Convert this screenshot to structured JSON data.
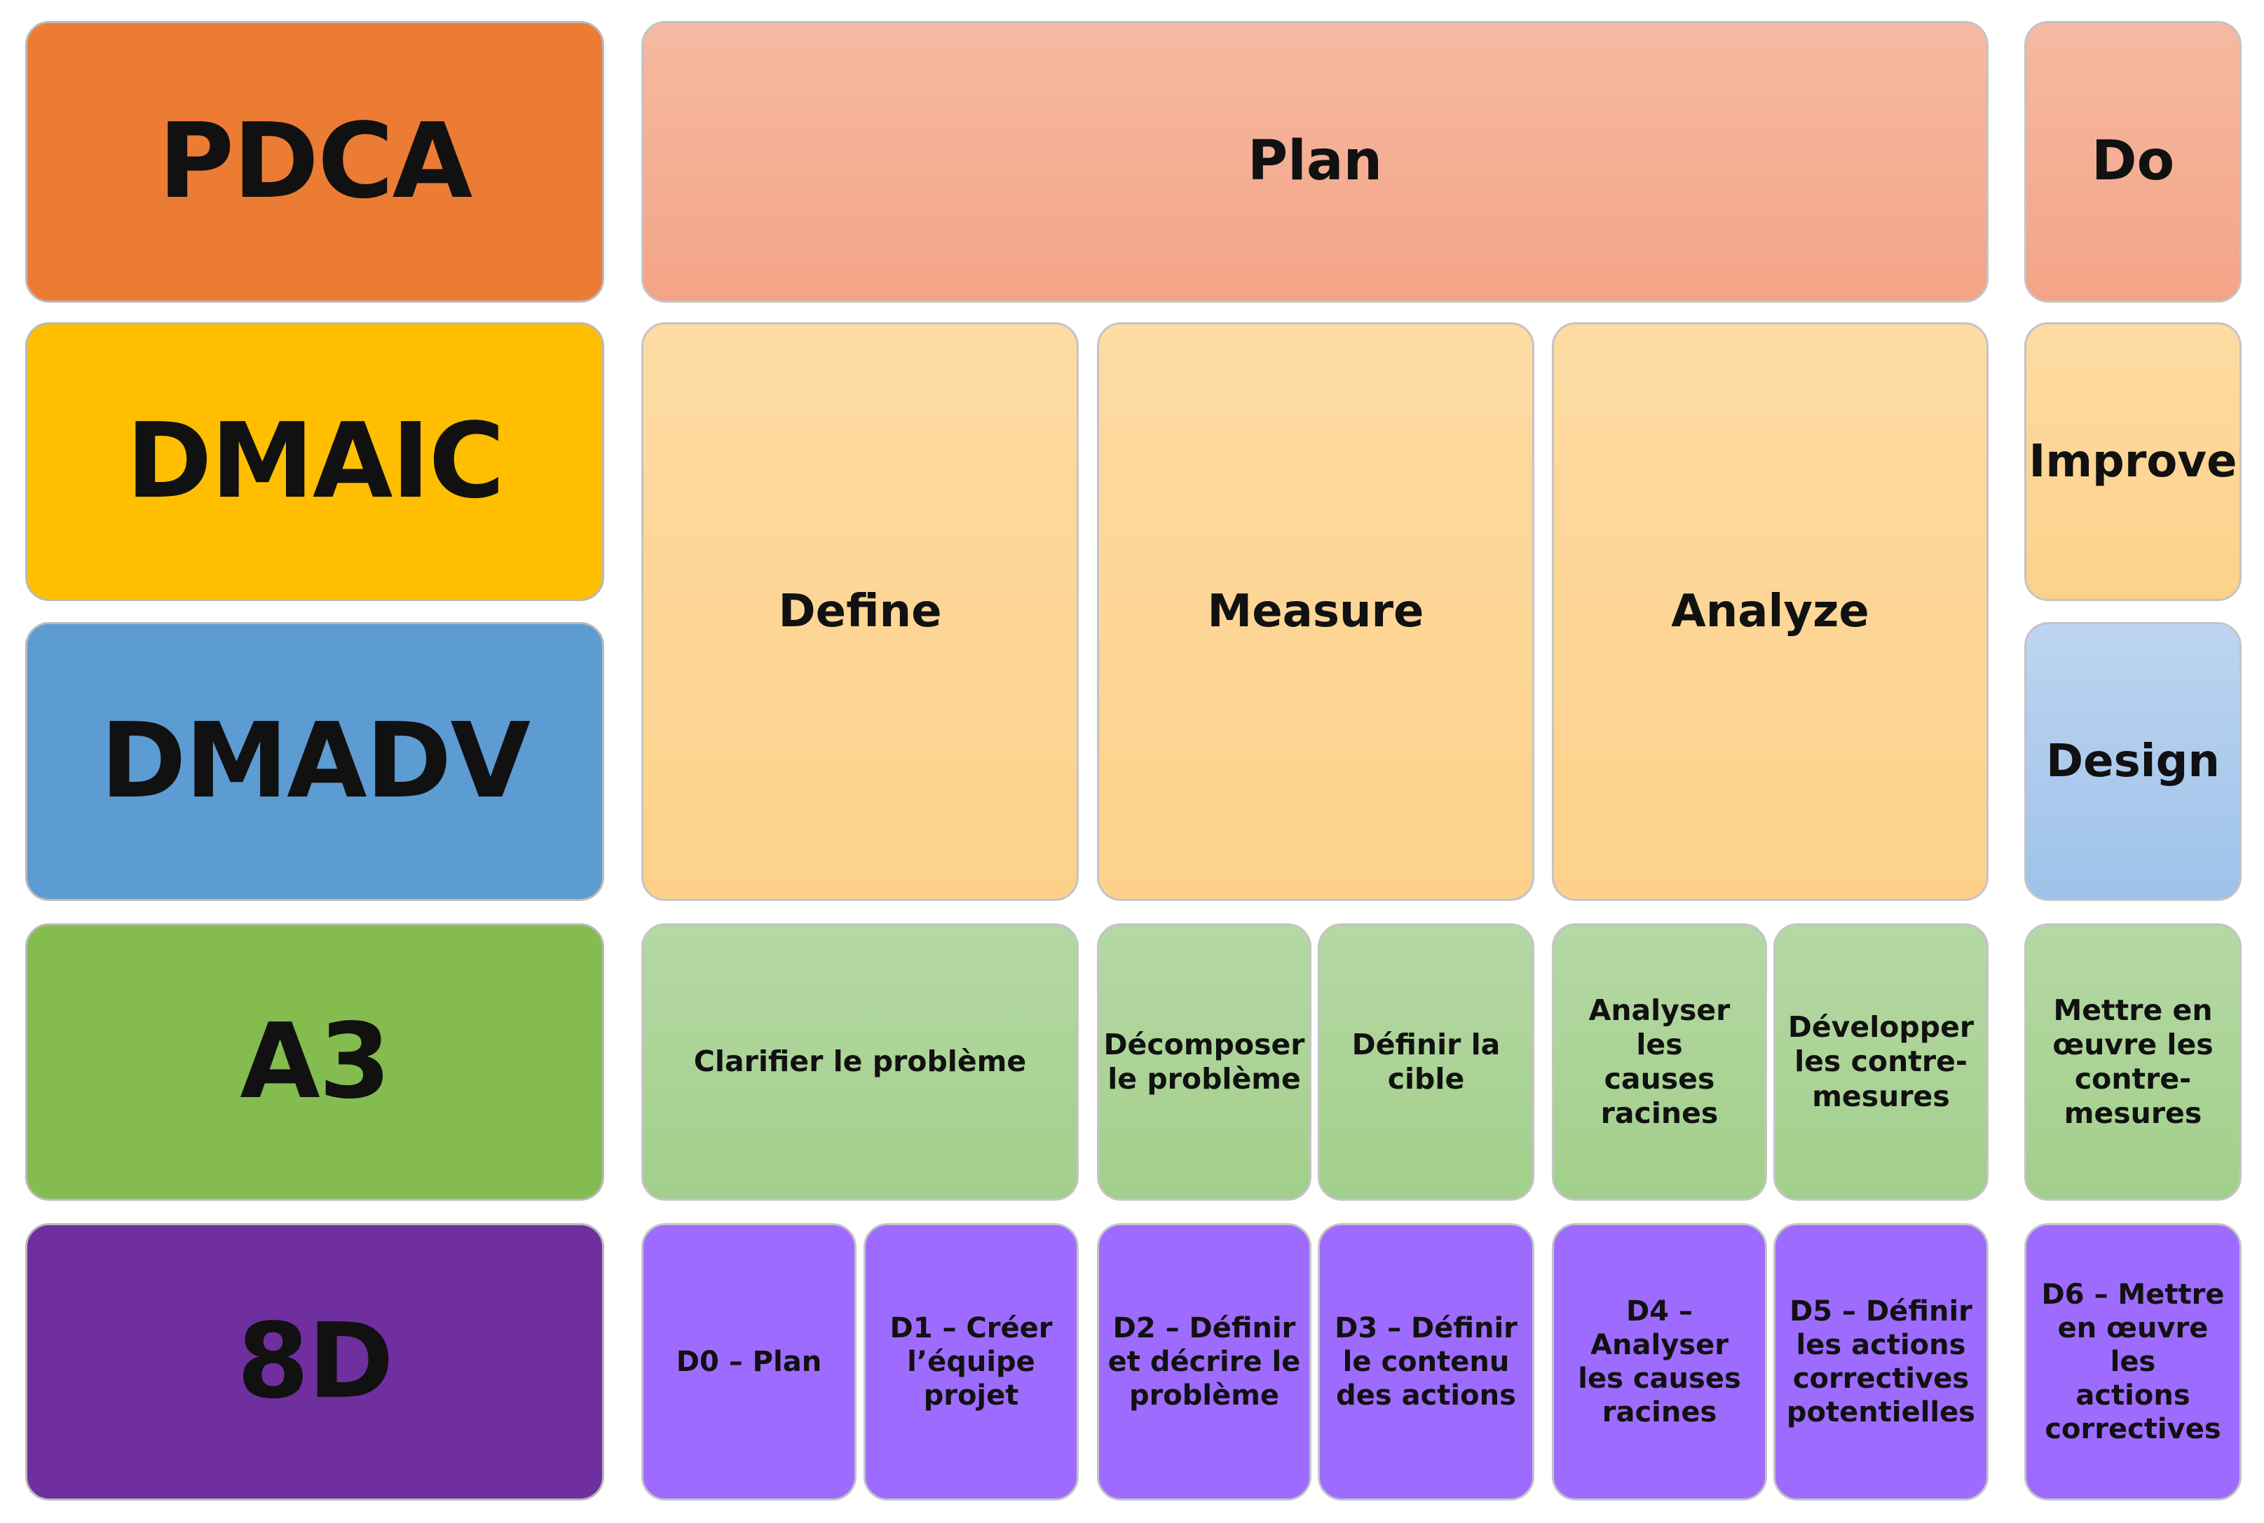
{
  "methods": {
    "pdca": "PDCA",
    "dmaic": "DMAIC",
    "dmadv": "DMADV",
    "a3": "A3",
    "eight_d": "8D"
  },
  "pdca_steps": {
    "plan": "Plan",
    "do": "Do"
  },
  "dmaic_steps": {
    "define": "Define",
    "measure": "Measure",
    "analyze": "Analyze",
    "improve": "Improve"
  },
  "dmadv_steps": {
    "design": "Design"
  },
  "a3_steps": [
    "Clarifier le problème",
    "Décomposer\nle problème",
    "Définir la\ncible",
    "Analyser les\ncauses\nracines",
    "Développer\nles contre-\nmesures",
    "Mettre en\nœuvre les\ncontre-\nmesures"
  ],
  "eight_d_steps": [
    "D0 – Plan",
    "D1 – Créer\nl’équipe\nprojet",
    "D2 – Définir\net décrire le\nproblème",
    "D3 – Définir\nle contenu\ndes actions",
    "D4 – Analyser\nles causes\nracines",
    "D5 – Définir\nles actions\ncorrectives\npotentielles",
    "D6 – Mettre\nen œuvre les\nactions\ncorrectives"
  ],
  "colors": {
    "pdca": "#ec7c33",
    "dmaic": "#ffbf00",
    "dmadv": "#5d9bd3",
    "a3": "#84bc50",
    "eight_d": "#6f2f9f",
    "plan_do": "#f4a486",
    "dmaic_phase": "#fdd18a",
    "design": "#9ec2ea",
    "a3_step": "#a2cf8b",
    "eight_d_step": "#9e6bff"
  }
}
